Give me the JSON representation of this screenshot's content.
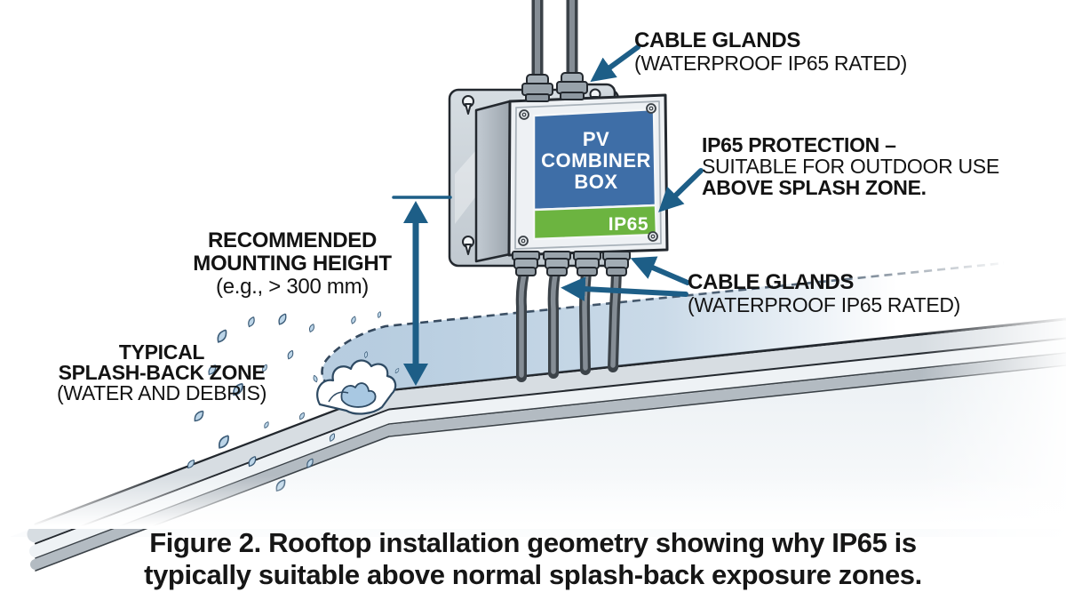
{
  "colors": {
    "arrow": "#1d5e87",
    "dashed": "#34485d",
    "splash": "#b3cade",
    "panel-blue": "#3e6ea7",
    "badge-green": "#6cb440",
    "ink": "#23282e",
    "band-light": "#d7dde2",
    "band-mid": "#b3bbc2",
    "gap-light": "#eef2f5",
    "cable-dark": "#3b4248",
    "cable-light": "#858d95",
    "metal": "#a3adb5",
    "plate": "#ccd4db",
    "side": "#b4bdc5",
    "front": "#eef1f4",
    "droplet-fill": "#bcd5e8",
    "droplet-stroke": "#3c5c78",
    "label-ink": "#131313"
  },
  "box": {
    "line1": "PV",
    "line2": "COMBINER",
    "line3": "BOX",
    "badge": "IP65"
  },
  "callouts": {
    "cable_glands_top": {
      "title": "CABLE GLANDS",
      "subtitle": "(WATERPROOF IP65 RATED)"
    },
    "ip65_protection": {
      "line1": "IP65 PROTECTION –",
      "line2": "SUITABLE FOR OUTDOOR USE",
      "line3": "ABOVE SPLASH ZONE."
    },
    "mounting_height": {
      "line1": "RECOMMENDED",
      "line2": "MOUNTING HEIGHT",
      "line3": "(e.g., > 300 mm)"
    },
    "splash_zone": {
      "line1": "TYPICAL",
      "line2": "SPLASH-BACK ZONE",
      "line3": "(WATER AND DEBRIS)"
    },
    "cable_glands_bottom": {
      "title": "CABLE GLANDS",
      "subtitle": "(WATERPROOF IP65 RATED)"
    }
  },
  "caption": {
    "line1": "Figure 2. Rooftop installation geometry showing why IP65 is",
    "line2": "typically suitable above normal splash-back exposure zones."
  }
}
